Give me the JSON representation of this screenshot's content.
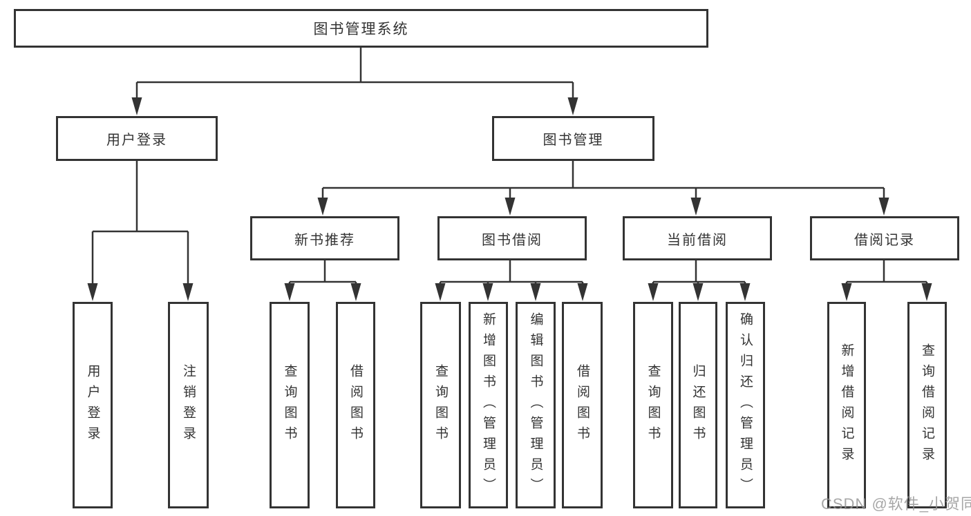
{
  "diagram": {
    "root": "图书管理系统",
    "level2": [
      "用户登录",
      "图书管理"
    ],
    "level3": [
      "新书推荐",
      "图书借阅",
      "当前借阅",
      "借阅记录"
    ],
    "leaves": {
      "user_login": [
        "用户登录",
        "注销登录"
      ],
      "new_book_recommend": [
        "查询图书",
        "借阅图书"
      ],
      "book_borrow": [
        "查询图书",
        "新增图书（管理员）",
        "编辑图书（管理员）",
        "借阅图书"
      ],
      "current_borrow": [
        "查询图书",
        "归还图书",
        "确认归还（管理员）"
      ],
      "borrow_records": [
        "新增借阅记录",
        "查询借阅记录"
      ]
    }
  },
  "watermark": {
    "text": "CSDN @软件_小贺同学"
  },
  "colors": {
    "line": "#333333",
    "box_border": "#333333",
    "background": "#ffffff",
    "watermark": "#949494"
  }
}
